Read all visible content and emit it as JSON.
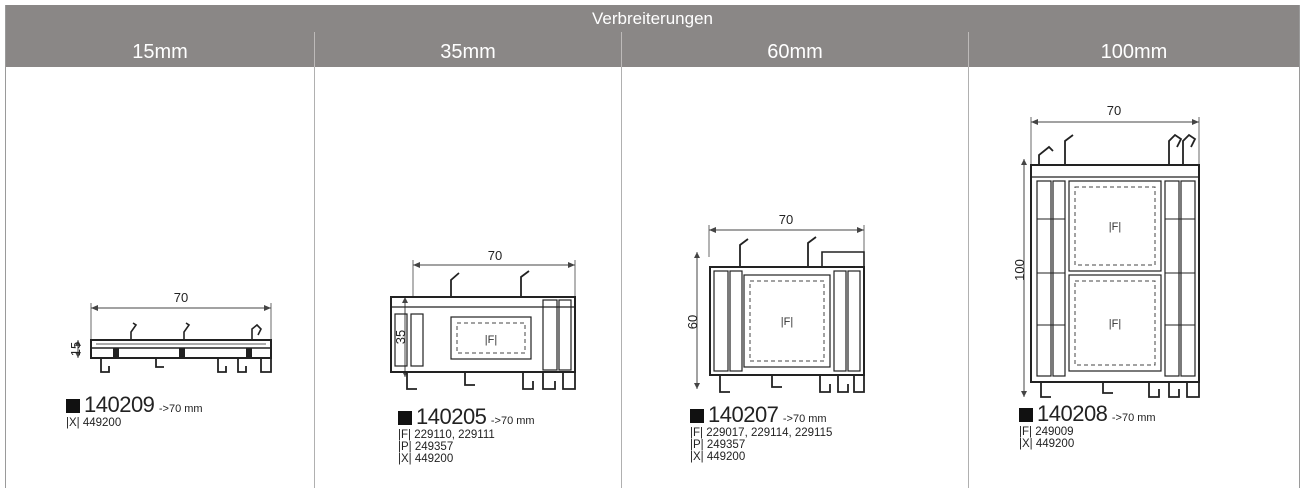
{
  "header": {
    "title": "Verbreiterungen"
  },
  "columns": [
    {
      "label": "15mm",
      "dim_width": "70",
      "dim_height": "15",
      "article": "140209",
      "arrow_suffix": "->70 mm",
      "notes": [
        "|X| 449200"
      ]
    },
    {
      "label": "35mm",
      "dim_width": "70",
      "dim_height": "35",
      "article": "140205",
      "arrow_suffix": "->70 mm",
      "inner_label": "|F|",
      "notes": [
        "|F| 229110, 229111",
        "|P| 249357",
        "|X| 449200"
      ]
    },
    {
      "label": "60mm",
      "dim_width": "70",
      "dim_height": "60",
      "article": "140207",
      "arrow_suffix": "->70 mm",
      "inner_label": "|F|",
      "notes": [
        "|F| 229017, 229114, 229115",
        "|P| 249357",
        "|X| 449200"
      ]
    },
    {
      "label": "100mm",
      "dim_width": "70",
      "dim_height": "100",
      "article": "140208",
      "arrow_suffix": "->70 mm",
      "inner_label": "|F|",
      "inner_label_2": "|F|",
      "notes": [
        "|F| 249009",
        "|X| 449200"
      ]
    }
  ]
}
